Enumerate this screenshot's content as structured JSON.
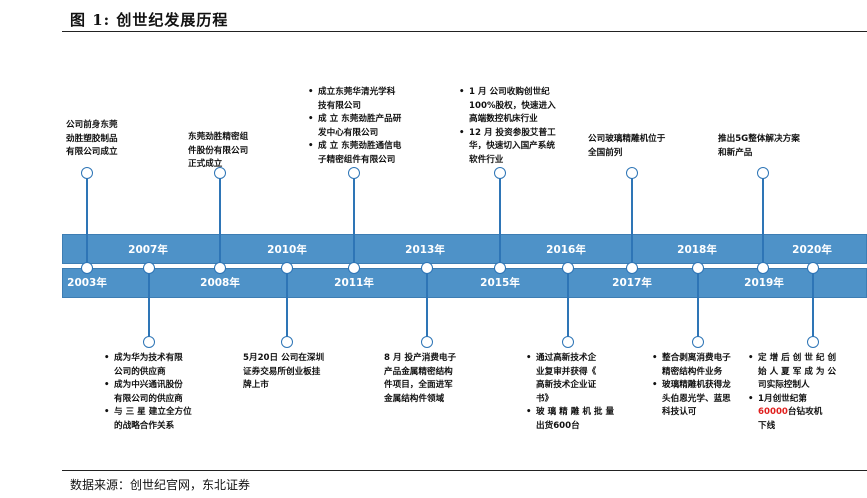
{
  "figure": {
    "title": "图 1: 创世纪发展历程",
    "source": "数据来源：创世纪官网，东北证券"
  },
  "timeline": {
    "top_years": [
      "2007年",
      "2010年",
      "2013年",
      "2016年",
      "2018年",
      "2020年"
    ],
    "bottom_years": [
      "2003年",
      "2008年",
      "2011年",
      "2015年",
      "2017年",
      "2019年"
    ]
  },
  "events_above": [
    {
      "id": "2003",
      "lines": [
        "公司前身东莞",
        "劲胜塑胶制品",
        "有限公司成立"
      ]
    },
    {
      "id": "2008",
      "lines": [
        "东莞劲胜精密组",
        "件股份有限公司",
        "正式成立"
      ]
    },
    {
      "id": "2011",
      "bullets": [
        [
          "成立东莞华清光学科",
          "技有限公司"
        ],
        [
          "成 立 东莞劲胜产品研",
          "发中心有限公司"
        ],
        [
          "成 立 东莞劲胜通信电",
          "子精密组件有限公司"
        ]
      ]
    },
    {
      "id": "2015",
      "bullets": [
        [
          "1  月  公司收购创世纪",
          "100%股权，快速进入",
          "高端数控机床行业"
        ],
        [
          "12 月 投资参股艾普工",
          "华，快速切入国产系统",
          "软件行业"
        ]
      ]
    },
    {
      "id": "2017",
      "lines": [
        "公司玻璃精雕机位于",
        "全国前列"
      ]
    },
    {
      "id": "2019",
      "lines": [
        "推出5G整体解决方案",
        "和新产品"
      ]
    }
  ],
  "events_below": [
    {
      "id": "2007",
      "bullets": [
        [
          "成为华为技术有限",
          "公司的供应商"
        ],
        [
          "成为中兴通讯股份",
          "有限公司的供应商"
        ],
        [
          "与 三 星 建立全方位",
          "的战略合作关系"
        ]
      ]
    },
    {
      "id": "2010",
      "lines": [
        "5月20日  公司在深圳",
        "证券交易所创业板挂",
        "牌上市"
      ]
    },
    {
      "id": "2013",
      "lines": [
        "8  月  投产消费电子",
        "产品金属精密结构",
        "件项目，全面进军",
        "金属结构件领域"
      ]
    },
    {
      "id": "2016",
      "bullets": [
        [
          "通过高新技术企",
          "业复审并获得《",
          "高新技术企业证",
          "书》"
        ],
        [
          "玻 璃 精 雕 机 批 量",
          "出货600台"
        ]
      ]
    },
    {
      "id": "2018",
      "bullets": [
        [
          "整合剥离消费电子",
          "精密结构件业务"
        ],
        [
          "玻璃精雕机获得龙",
          "头伯恩光学、蓝思",
          "科技认可"
        ]
      ]
    },
    {
      "id": "2020",
      "bullets": [
        [
          "定 增 后 创 世 纪 创",
          "始 人 夏 军 成 为 公",
          "司实际控制人"
        ],
        [
          "1月创世纪第"
        ]
      ],
      "highlight_number": "60000",
      "highlight_suffix": "台钻攻机",
      "tail_line": "下线"
    }
  ],
  "colors": {
    "band": "#4e92c8",
    "node": "#2e75b6",
    "highlight": "#e0201e"
  }
}
